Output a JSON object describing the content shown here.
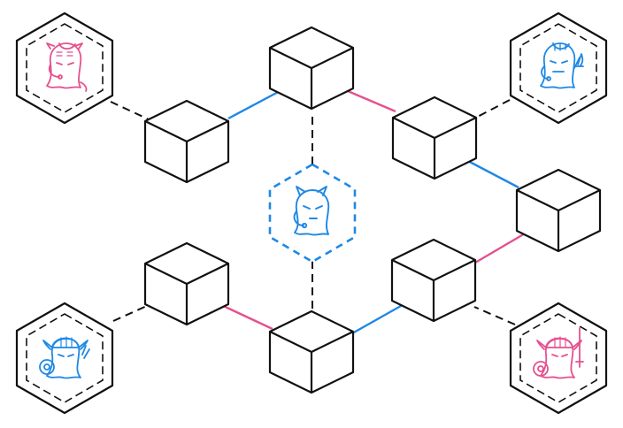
{
  "colors": {
    "stroke": "#111111",
    "blue": "#1e88e5",
    "pink": "#e5508f",
    "background": "#ffffff"
  },
  "diagram": {
    "blocks": [
      "block-1",
      "block-2",
      "block-3",
      "block-4",
      "block-5",
      "block-6",
      "block-7"
    ],
    "nodes": [
      {
        "id": "node-top-left",
        "character": "ghost-with-headset-icon",
        "color": "pink"
      },
      {
        "id": "node-top-right",
        "character": "ghost-with-dagger-icon",
        "color": "blue"
      },
      {
        "id": "node-center",
        "character": "devil-ghost-with-headset-icon",
        "color": "blue",
        "style": "dashed"
      },
      {
        "id": "node-bottom-left",
        "character": "viking-ghost-with-shield-icon",
        "color": "blue"
      },
      {
        "id": "node-bottom-right",
        "character": "viking-ghost-with-sword-icon",
        "color": "pink"
      }
    ],
    "links": [
      {
        "from": "block-1",
        "to": "block-2",
        "color": "blue"
      },
      {
        "from": "block-2",
        "to": "block-3",
        "color": "pink"
      },
      {
        "from": "block-3",
        "to": "block-4",
        "color": "blue"
      },
      {
        "from": "block-4",
        "to": "block-5",
        "color": "pink"
      },
      {
        "from": "block-5",
        "to": "block-6",
        "color": "blue"
      },
      {
        "from": "block-6",
        "to": "block-7",
        "color": "pink"
      }
    ]
  }
}
